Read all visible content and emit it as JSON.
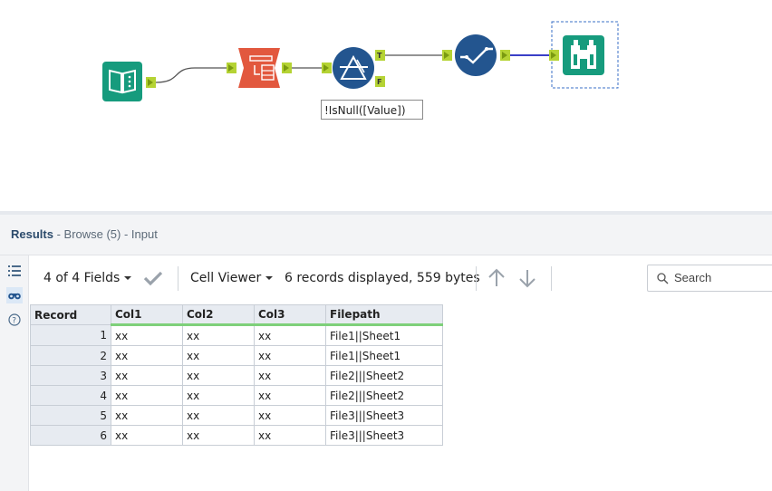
{
  "workflow": {
    "formula_label": "!IsNull([Value])",
    "anchor_true": "T",
    "anchor_false": "F",
    "tools": [
      {
        "name": "input-tool",
        "icon": "book-icon",
        "color": "#169b7d"
      },
      {
        "name": "text-to-columns-tool",
        "icon": "columns-icon",
        "color": "#e2583e"
      },
      {
        "name": "filter-tool",
        "icon": "filter-icon",
        "color": "#23558f"
      },
      {
        "name": "select-tool",
        "icon": "check-icon",
        "color": "#23558f"
      },
      {
        "name": "browse-tool",
        "icon": "binoculars-icon",
        "color": "#169b7d"
      }
    ]
  },
  "results": {
    "title": "Results",
    "subtitle": " - Browse (5) - Input"
  },
  "toolbar": {
    "fields": "4 of 4 Fields",
    "cell_viewer": "Cell Viewer",
    "records_info": "6 records displayed, 559 bytes",
    "search_label": "Search"
  },
  "table": {
    "columns": [
      "Record",
      "Col1",
      "Col2",
      "Col3",
      "Filepath"
    ],
    "rows": [
      [
        "1",
        "xx",
        "xx",
        "xx",
        "File1||Sheet1"
      ],
      [
        "2",
        "xx",
        "xx",
        "xx",
        "File1||Sheet1"
      ],
      [
        "3",
        "xx",
        "xx",
        "xx",
        "File2|||Sheet2"
      ],
      [
        "4",
        "xx",
        "xx",
        "xx",
        "File2|||Sheet2"
      ],
      [
        "5",
        "xx",
        "xx",
        "xx",
        "File3|||Sheet3"
      ],
      [
        "6",
        "xx",
        "xx",
        "xx",
        "File3|||Sheet3"
      ]
    ]
  },
  "colors": {
    "teal": "#169b7d",
    "orange": "#e2583e",
    "navy": "#23558f",
    "connector_green": "#b5d334",
    "link_blue": "#3a3fc7"
  }
}
